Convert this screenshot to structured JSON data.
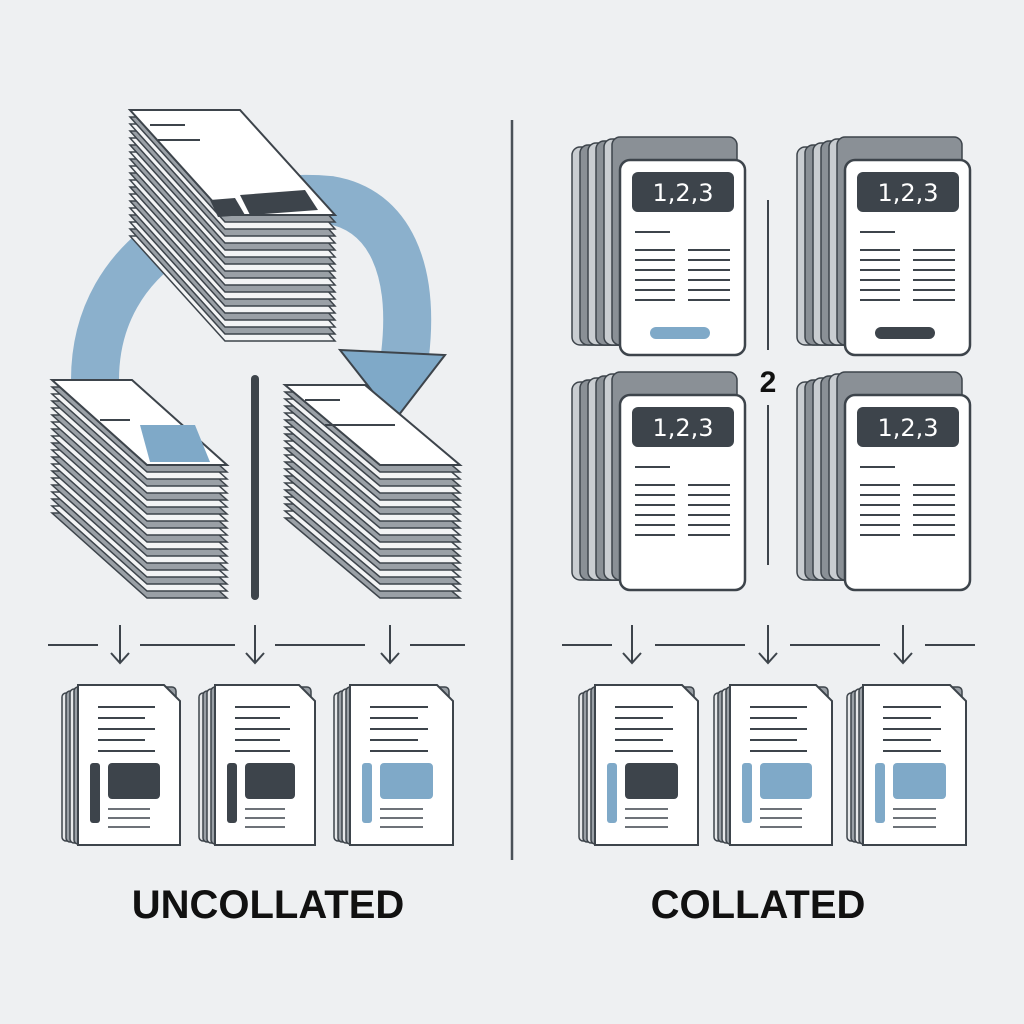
{
  "colors": {
    "background": "#eef0f2",
    "ink": "#3d444b",
    "accent_blue": "#7fa9c8",
    "paper": "#ffffff",
    "stack_gray": "#8a9096"
  },
  "uncollated": {
    "label": "UNCOLLATED"
  },
  "collated": {
    "label": "COLLATED",
    "badges": [
      "1,2,3",
      "1,2,3",
      "1,2,3",
      "1,2,3"
    ],
    "marker": "2"
  }
}
